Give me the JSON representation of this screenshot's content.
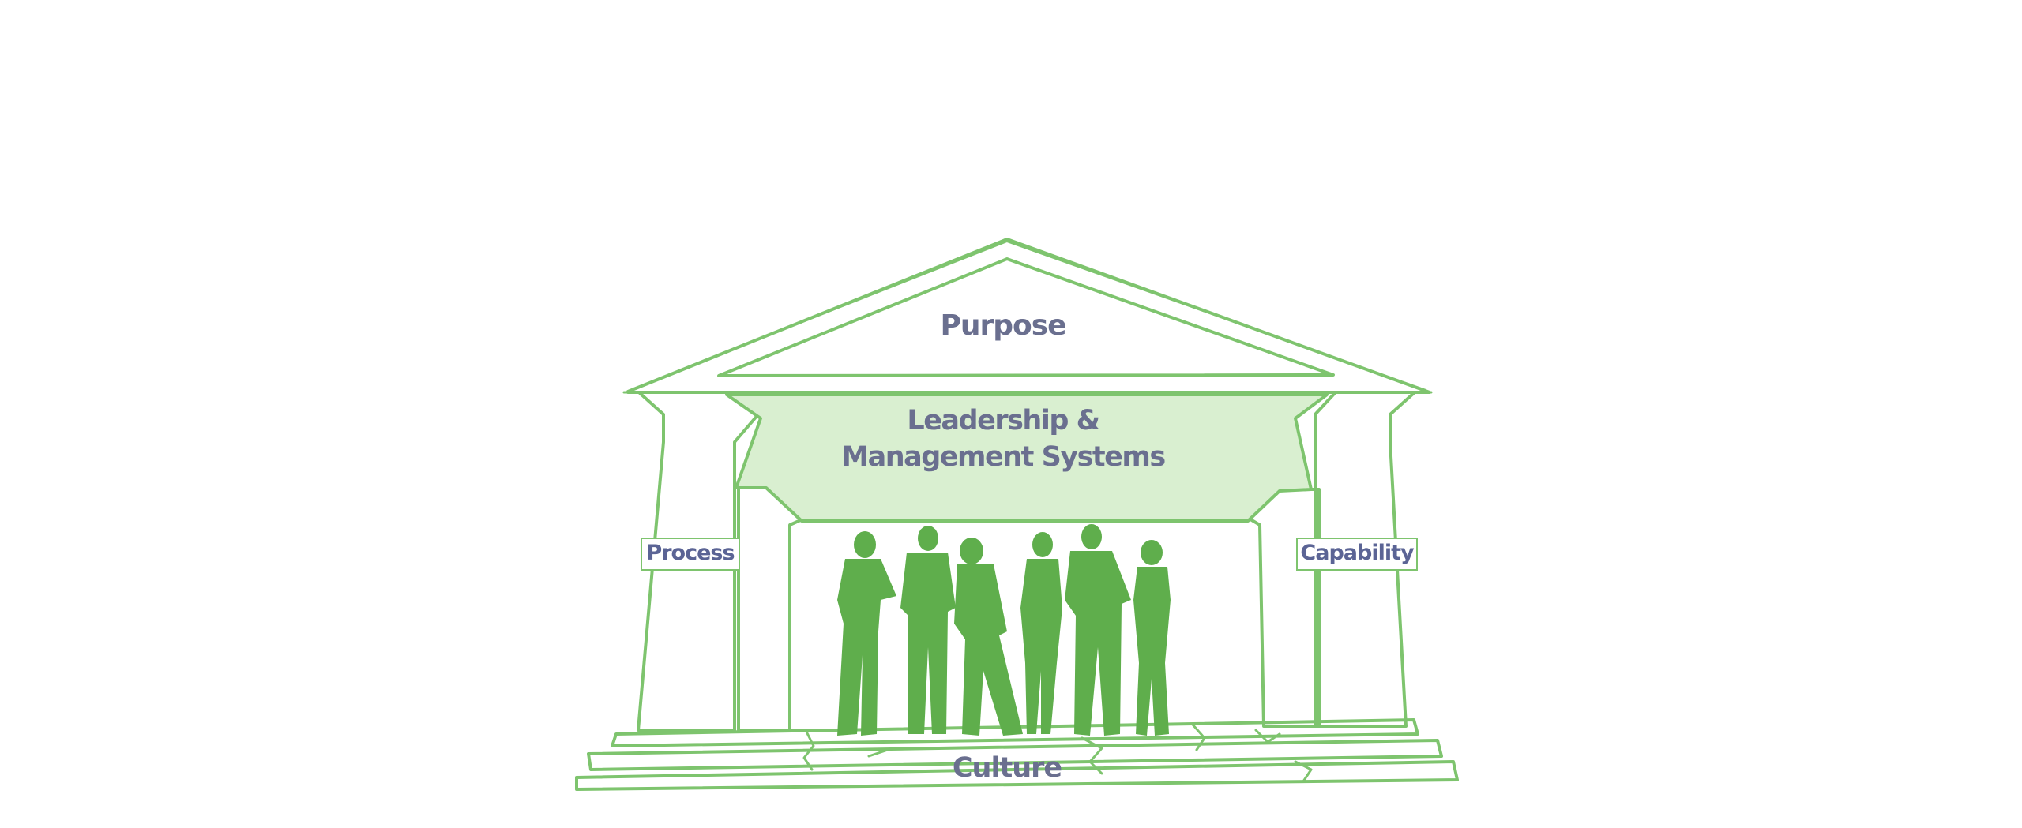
{
  "diagram": {
    "pediment_label": "Purpose",
    "lintel_label_line1": "Leadership &",
    "lintel_label_line2": "Management Systems",
    "left_pillar_label": "Process",
    "right_pillar_label": "Capability",
    "foundation_label": "Culture"
  },
  "colors": {
    "outline": "#7ec46e",
    "lintel_fill": "#d9efd0",
    "people": "#5fae4c",
    "text": "#6a6f8f"
  },
  "icons": [
    "temple-outline",
    "people-silhouettes"
  ]
}
